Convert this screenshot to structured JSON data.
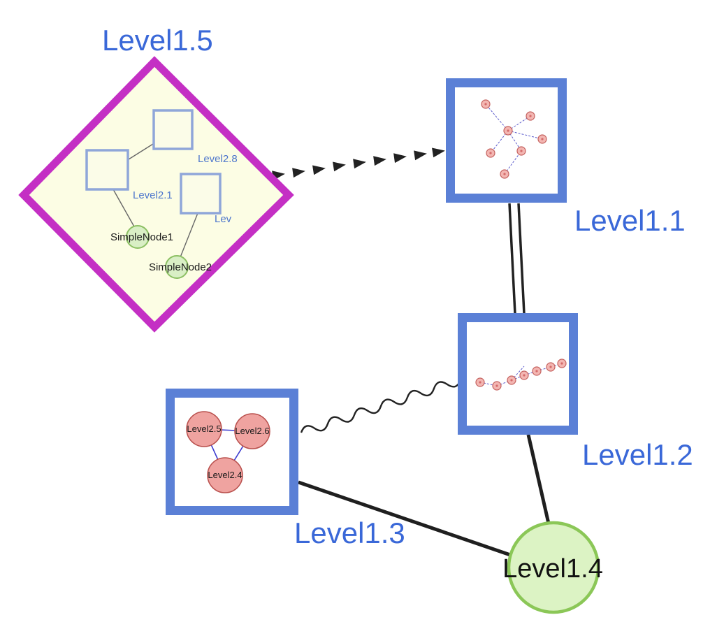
{
  "diagram": {
    "type": "nested-graph",
    "labels": {
      "level15": "Level1.5",
      "level11": "Level1.1",
      "level12": "Level1.2",
      "level13": "Level1.3",
      "level14": "Level1.4",
      "level28": "Level2.8",
      "level21": "Level2.1",
      "lev": "Lev",
      "simplenode1": "SimpleNode1",
      "simplenode2": "SimpleNode2",
      "level25": "Level2.5",
      "level26": "Level2.6",
      "level24": "Level2.4"
    },
    "colors": {
      "node_label_blue": "#3a68d8",
      "diamond_stroke": "#c42fc4",
      "diamond_fill": "#fcfde4",
      "group_border_blue": "#5b80d6",
      "inner_square_border": "#8fa6d9",
      "green_node_fill": "#d9efc5",
      "green_node_stroke": "#8cc063",
      "pink_node_fill": "#efa3a0",
      "pink_node_stroke": "#b9504d",
      "subgraph_edge_blue": "#5c5ccc",
      "edge_black": "#222222"
    }
  }
}
